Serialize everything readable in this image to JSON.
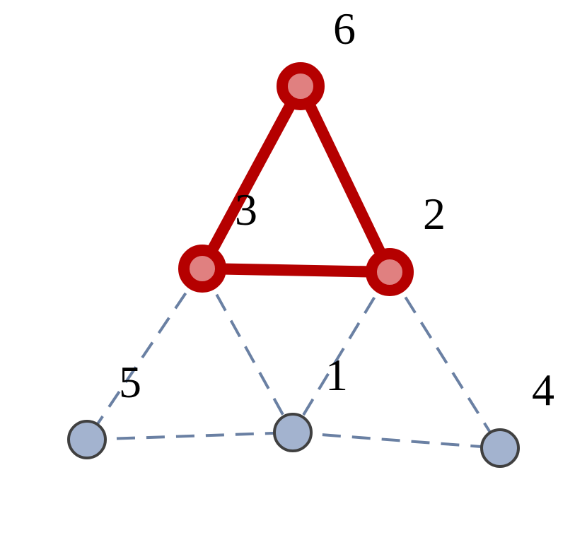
{
  "graph": {
    "nodes": [
      {
        "id": "6",
        "label": "6",
        "highlighted": true
      },
      {
        "id": "3",
        "label": "3",
        "highlighted": true
      },
      {
        "id": "2",
        "label": "2",
        "highlighted": true
      },
      {
        "id": "5",
        "label": "5",
        "highlighted": false
      },
      {
        "id": "1",
        "label": "1",
        "highlighted": false
      },
      {
        "id": "4",
        "label": "4",
        "highlighted": false
      }
    ],
    "edges": [
      {
        "from": "6",
        "to": "3",
        "style": "solid-highlight"
      },
      {
        "from": "6",
        "to": "2",
        "style": "solid-highlight"
      },
      {
        "from": "3",
        "to": "2",
        "style": "solid-highlight"
      },
      {
        "from": "3",
        "to": "5",
        "style": "dashed"
      },
      {
        "from": "3",
        "to": "1",
        "style": "dashed"
      },
      {
        "from": "2",
        "to": "1",
        "style": "dashed"
      },
      {
        "from": "2",
        "to": "4",
        "style": "dashed"
      },
      {
        "from": "5",
        "to": "1",
        "style": "dashed"
      },
      {
        "from": "1",
        "to": "4",
        "style": "dashed"
      }
    ]
  },
  "colors": {
    "highlight_edge": "#b50000",
    "highlight_node_fill": "#e08080",
    "highlight_node_stroke": "#b50000",
    "plain_edge": "#6a80a3",
    "plain_node_fill": "#a3b3cf",
    "plain_node_stroke": "#404040",
    "label": "#000000"
  }
}
